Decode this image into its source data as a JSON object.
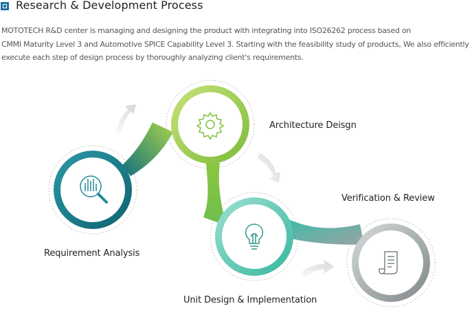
{
  "header": {
    "title": "Research & Development Process",
    "bullet_icon": "square-bullet-icon"
  },
  "intro": {
    "lines": [
      " MOTOTECH R&D center is managing and designing the product with integrating into ISO26262 process based on",
      "CMMI Maturity Level 3 and Automotive SPICE Capability Level 3. Starting with the feasibility study of products, We also efficiently",
      "execute each step of design process by thoroughly analyzing client's requirements."
    ]
  },
  "steps": [
    {
      "label": "Requirement Analysis",
      "icon": "magnifier-chart-icon",
      "color": "#1f8a98"
    },
    {
      "label": "Architecture Deisgn",
      "icon": "gear-icon",
      "color": "#8cc63f"
    },
    {
      "label": "Unit Design & Implementation",
      "icon": "lightbulb-icon",
      "color": "#4fc3b0"
    },
    {
      "label": "Verification & Review",
      "icon": "document-icon",
      "color": "#8a8f90"
    }
  ],
  "arrows": [
    "arrow-right-up-icon",
    "arrow-down-right-icon",
    "arrow-right-icon"
  ]
}
